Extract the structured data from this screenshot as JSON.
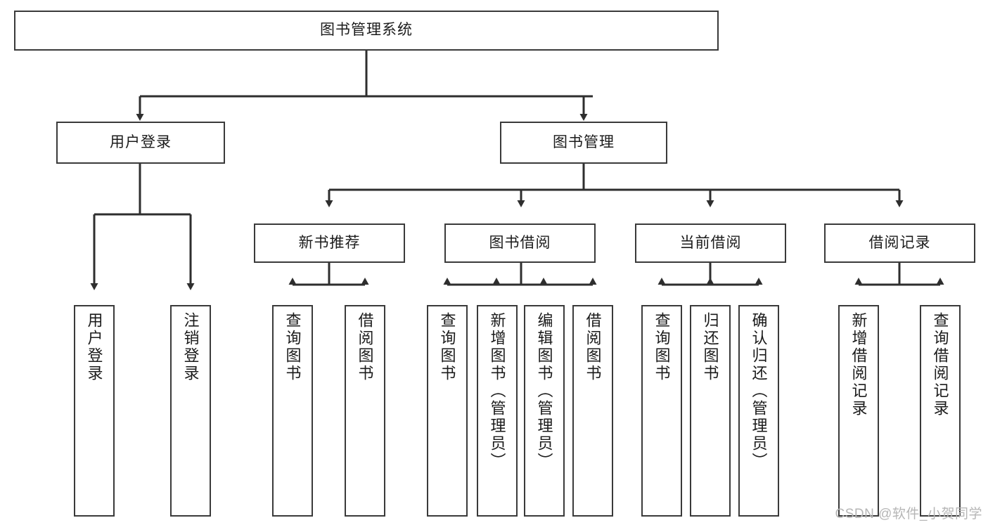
{
  "diagram": {
    "type": "tree-hierarchy-diagram",
    "title": "图书管理系统",
    "watermark": "CSDN @软件_小贺同学",
    "colors": {
      "box_border": "#3a3a3a",
      "box_fill": "#ffffff",
      "connector": "#2e2e2e",
      "text": "#1b1b1b",
      "watermark": "#b6b6b6",
      "background": "#ffffff"
    },
    "nodes": {
      "root": {
        "label": "图书管理系统"
      },
      "level1": [
        {
          "id": "user-login",
          "label": "用户登录"
        },
        {
          "id": "book-management",
          "label": "图书管理"
        }
      ],
      "level2": [
        {
          "id": "new-book-recommend",
          "label": "新书推荐"
        },
        {
          "id": "book-borrow",
          "label": "图书借阅"
        },
        {
          "id": "current-borrow",
          "label": "当前借阅"
        },
        {
          "id": "borrow-record",
          "label": "借阅记录"
        }
      ],
      "leaves": {
        "user-login": [
          {
            "id": "leaf-user-login",
            "label": "用户登录"
          },
          {
            "id": "leaf-logout",
            "label": "注销登录"
          }
        ],
        "new-book-recommend": [
          {
            "id": "leaf-query-book-1",
            "label": "查询图书"
          },
          {
            "id": "leaf-borrow-book-1",
            "label": "借阅图书"
          }
        ],
        "book-borrow": [
          {
            "id": "leaf-query-book-2",
            "label": "查询图书"
          },
          {
            "id": "leaf-add-book",
            "label": "新增图书（管理员）"
          },
          {
            "id": "leaf-edit-book",
            "label": "编辑图书（管理员）"
          },
          {
            "id": "leaf-borrow-book-2",
            "label": "借阅图书"
          }
        ],
        "current-borrow": [
          {
            "id": "leaf-query-book-3",
            "label": "查询图书"
          },
          {
            "id": "leaf-return-book",
            "label": "归还图书"
          },
          {
            "id": "leaf-confirm-return",
            "label": "确认归还（管理员）"
          }
        ],
        "borrow-record": [
          {
            "id": "leaf-add-record",
            "label": "新增借阅记录"
          },
          {
            "id": "leaf-query-record",
            "label": "查询借阅记录"
          }
        ]
      }
    }
  }
}
